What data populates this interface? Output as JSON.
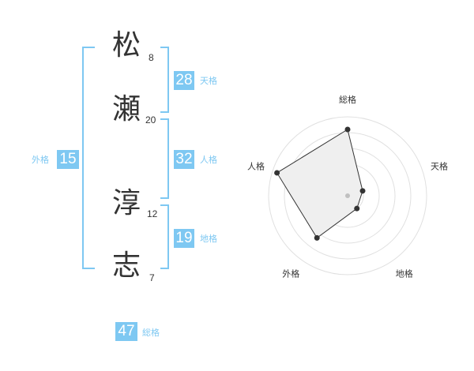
{
  "name": {
    "chars": [
      {
        "char": "松",
        "strokes": "8"
      },
      {
        "char": "瀬",
        "strokes": "20"
      },
      {
        "char": "淳",
        "strokes": "12"
      },
      {
        "char": "志",
        "strokes": "7"
      }
    ]
  },
  "scores": {
    "tenkaku": {
      "label": "天格",
      "value": "28"
    },
    "jinkaku": {
      "label": "人格",
      "value": "32"
    },
    "chikaku": {
      "label": "地格",
      "value": "19"
    },
    "gaikaku": {
      "label": "外格",
      "value": "15"
    },
    "soukaku": {
      "label": "総格",
      "value": "47"
    }
  },
  "chart_data": {
    "type": "radar",
    "axes": [
      "総格",
      "天格",
      "地格",
      "外格",
      "人格"
    ],
    "values": [
      4.2,
      1,
      1,
      3.3,
      4.7
    ],
    "scale_max": 5,
    "rings": 5,
    "colors": {
      "fill": "#efefef",
      "line": "#333333",
      "ring": "#e0e0e0",
      "center": "#c0c0c0"
    }
  }
}
